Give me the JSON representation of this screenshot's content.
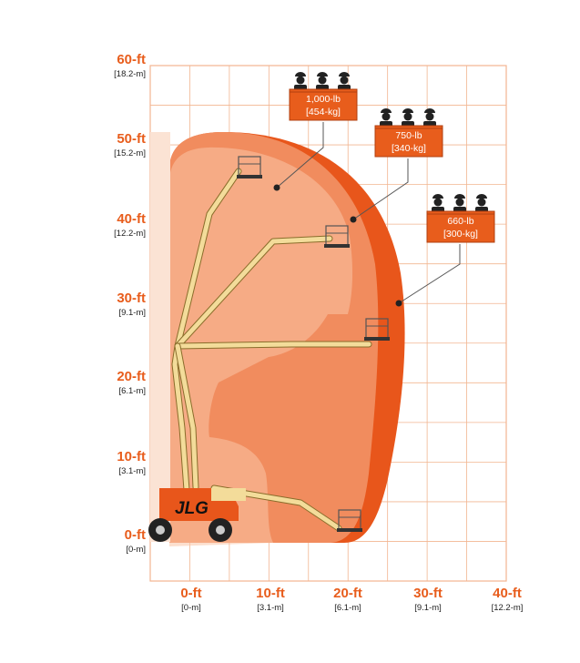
{
  "diagram": {
    "accent_color": "#e85d1c",
    "grid_color": "#f2b591",
    "envelope_colors": [
      "#f9c5a6",
      "#f2956a",
      "#e8561b"
    ],
    "machine_colors": {
      "boom": "#f3dc9a",
      "body": "#e8561b",
      "wheel": "#222222"
    },
    "brand_logo": "JLG",
    "y_axis": [
      {
        "ft": "60-ft",
        "m": "[18.2-m]"
      },
      {
        "ft": "50-ft",
        "m": "[15.2-m]"
      },
      {
        "ft": "40-ft",
        "m": "[12.2-m]"
      },
      {
        "ft": "30-ft",
        "m": "[9.1-m]"
      },
      {
        "ft": "20-ft",
        "m": "[6.1-m]"
      },
      {
        "ft": "10-ft",
        "m": "[3.1-m]"
      },
      {
        "ft": "0-ft",
        "m": "[0-m]"
      }
    ],
    "x_axis": [
      {
        "ft": "0-ft",
        "m": "[0-m]"
      },
      {
        "ft": "10-ft",
        "m": "[3.1-m]"
      },
      {
        "ft": "20-ft",
        "m": "[6.1-m]"
      },
      {
        "ft": "30-ft",
        "m": "[9.1-m]"
      },
      {
        "ft": "40-ft",
        "m": "[12.2-m]"
      }
    ],
    "capacities": [
      {
        "lb": "1,000-lb",
        "kg": "[454-kg]",
        "workers": 3,
        "icon": "worker-icon"
      },
      {
        "lb": "750-lb",
        "kg": "[340-kg]",
        "workers": 3,
        "icon": "worker-icon"
      },
      {
        "lb": "660-lb",
        "kg": "[300-kg]",
        "workers": 3,
        "icon": "worker-icon"
      }
    ]
  }
}
